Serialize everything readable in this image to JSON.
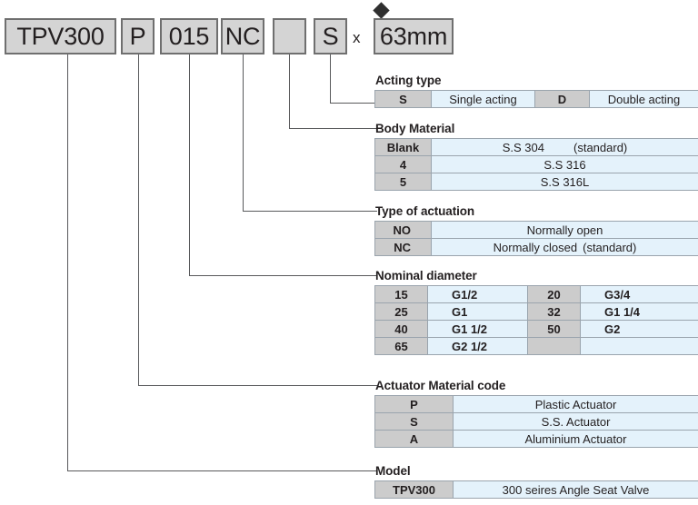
{
  "code_string": {
    "segments": [
      {
        "name": "model",
        "value": "TPV300"
      },
      {
        "name": "actuator-material",
        "value": "P"
      },
      {
        "name": "nominal-diameter",
        "value": "015"
      },
      {
        "name": "type-of-actuation",
        "value": "NC"
      },
      {
        "name": "body-material",
        "value": ""
      },
      {
        "name": "acting-type",
        "value": "S"
      },
      {
        "name": "bore-size",
        "value": "63mm"
      }
    ],
    "multiply_symbol": "x"
  },
  "sections": [
    {
      "id": "acting-type",
      "title": "Acting type",
      "rows": [
        [
          "S",
          "Single acting",
          "D",
          "Double acting"
        ]
      ]
    },
    {
      "id": "body-material",
      "title": "Body Material",
      "rows": [
        {
          "key": "Blank",
          "value": "S.S 304",
          "note": "(standard)"
        },
        {
          "key": "4",
          "value": "S.S 316",
          "note": ""
        },
        {
          "key": "5",
          "value": "S.S 316L",
          "note": ""
        }
      ]
    },
    {
      "id": "type-of-actuation",
      "title": "Type of actuation",
      "rows": [
        {
          "key": "NO",
          "value": "Normally open",
          "note": ""
        },
        {
          "key": "NC",
          "value": "Normally closed",
          "note": "(standard)"
        }
      ]
    },
    {
      "id": "nominal-diameter",
      "title": "Nominal diameter",
      "rows": [
        [
          "15",
          "G1/2",
          "20",
          "G3/4"
        ],
        [
          "25",
          "G1",
          "32",
          "G1 1/4"
        ],
        [
          "40",
          "G1 1/2",
          "50",
          "G2"
        ],
        [
          "65",
          "G2 1/2",
          "",
          ""
        ]
      ]
    },
    {
      "id": "actuator-material-code",
      "title": "Actuator Material code",
      "rows": [
        {
          "key": "P",
          "value": "Plastic Actuator"
        },
        {
          "key": "S",
          "value": "S.S. Actuator"
        },
        {
          "key": "A",
          "value": "Aluminium Actuator"
        }
      ]
    },
    {
      "id": "model",
      "title": "Model",
      "rows": [
        {
          "key": "TPV300",
          "value": "300 seires Angle Seat Valve"
        }
      ]
    }
  ],
  "colors": {
    "box_fill": "#d4d4d4",
    "box_border": "#6f6f6f",
    "key_cell": "#cccccc",
    "value_cell": "#e4f2fb",
    "line": "#58595b",
    "text": "#231f20"
  }
}
